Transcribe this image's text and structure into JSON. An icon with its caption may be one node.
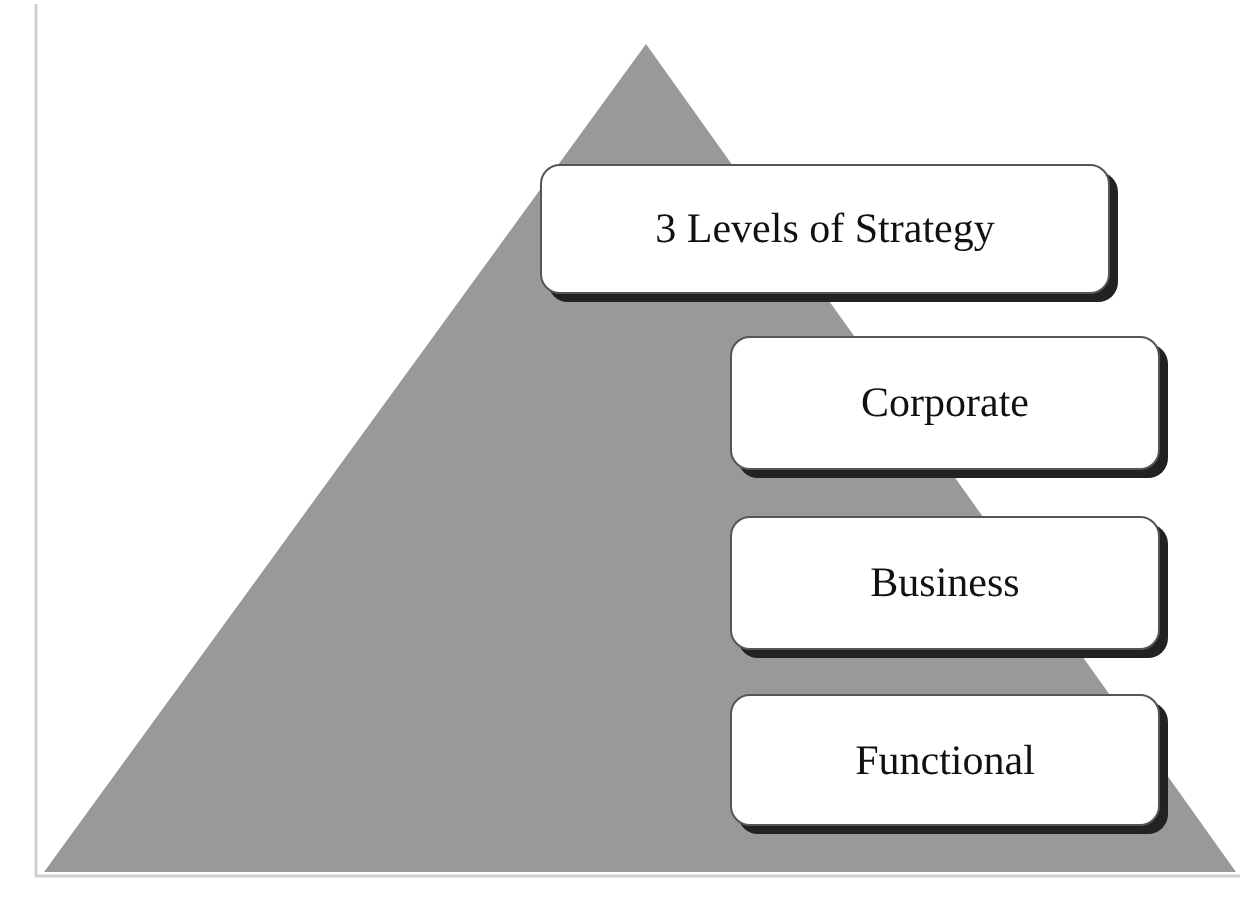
{
  "diagram": {
    "nodes": [
      {
        "text": [
          "3 Levels of Strategy"
        ]
      },
      {
        "text": [
          "Corporate"
        ]
      },
      {
        "text": [
          "Business"
        ]
      },
      {
        "text": [
          "Functional"
        ]
      }
    ]
  }
}
